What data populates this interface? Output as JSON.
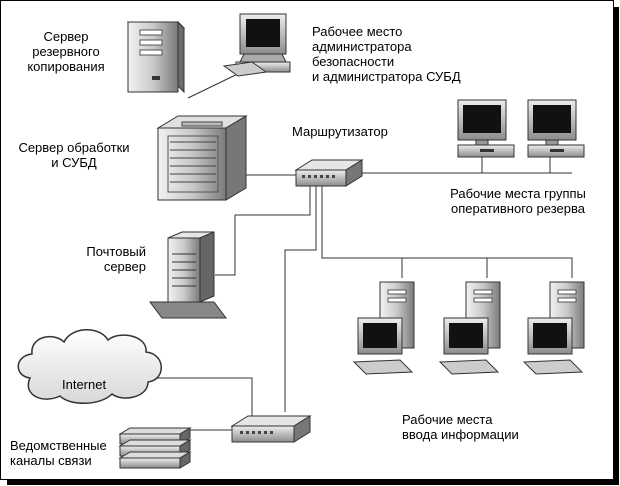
{
  "labels": {
    "backup_server": [
      "Сервер",
      "резервного",
      "копирования"
    ],
    "admin_workstation": [
      "Рабочее место",
      "администратора",
      "безопасности",
      "и администратора СУБД"
    ],
    "processing_server": [
      "Сервер обработки",
      "и СУБД"
    ],
    "router": "Маршрутизатор",
    "reserve_group": [
      "Рабочие места группы",
      "оперативного резерва"
    ],
    "mail_server": [
      "Почтовый",
      "сервер"
    ],
    "internet": "Internet",
    "departmental_channels": [
      "Ведомственные",
      "каналы связи"
    ],
    "data_entry": [
      "Рабочие места",
      "ввода информации"
    ]
  }
}
